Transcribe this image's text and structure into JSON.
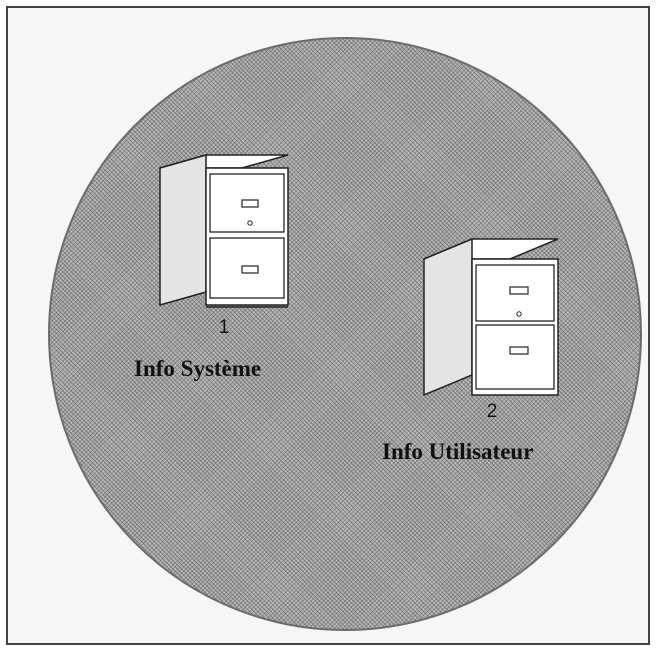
{
  "diagram": {
    "stores": [
      {
        "number": "1",
        "label": "Info Système",
        "icon": "filing-cabinet-icon"
      },
      {
        "number": "2",
        "label": "Info Utilisateur",
        "icon": "filing-cabinet-icon"
      }
    ]
  },
  "colors": {
    "circle_fill": "#b9b9b9",
    "frame_border": "#444444",
    "cabinet_front": "#ffffff",
    "cabinet_side": "#e4e4e4",
    "text": "#111111"
  }
}
